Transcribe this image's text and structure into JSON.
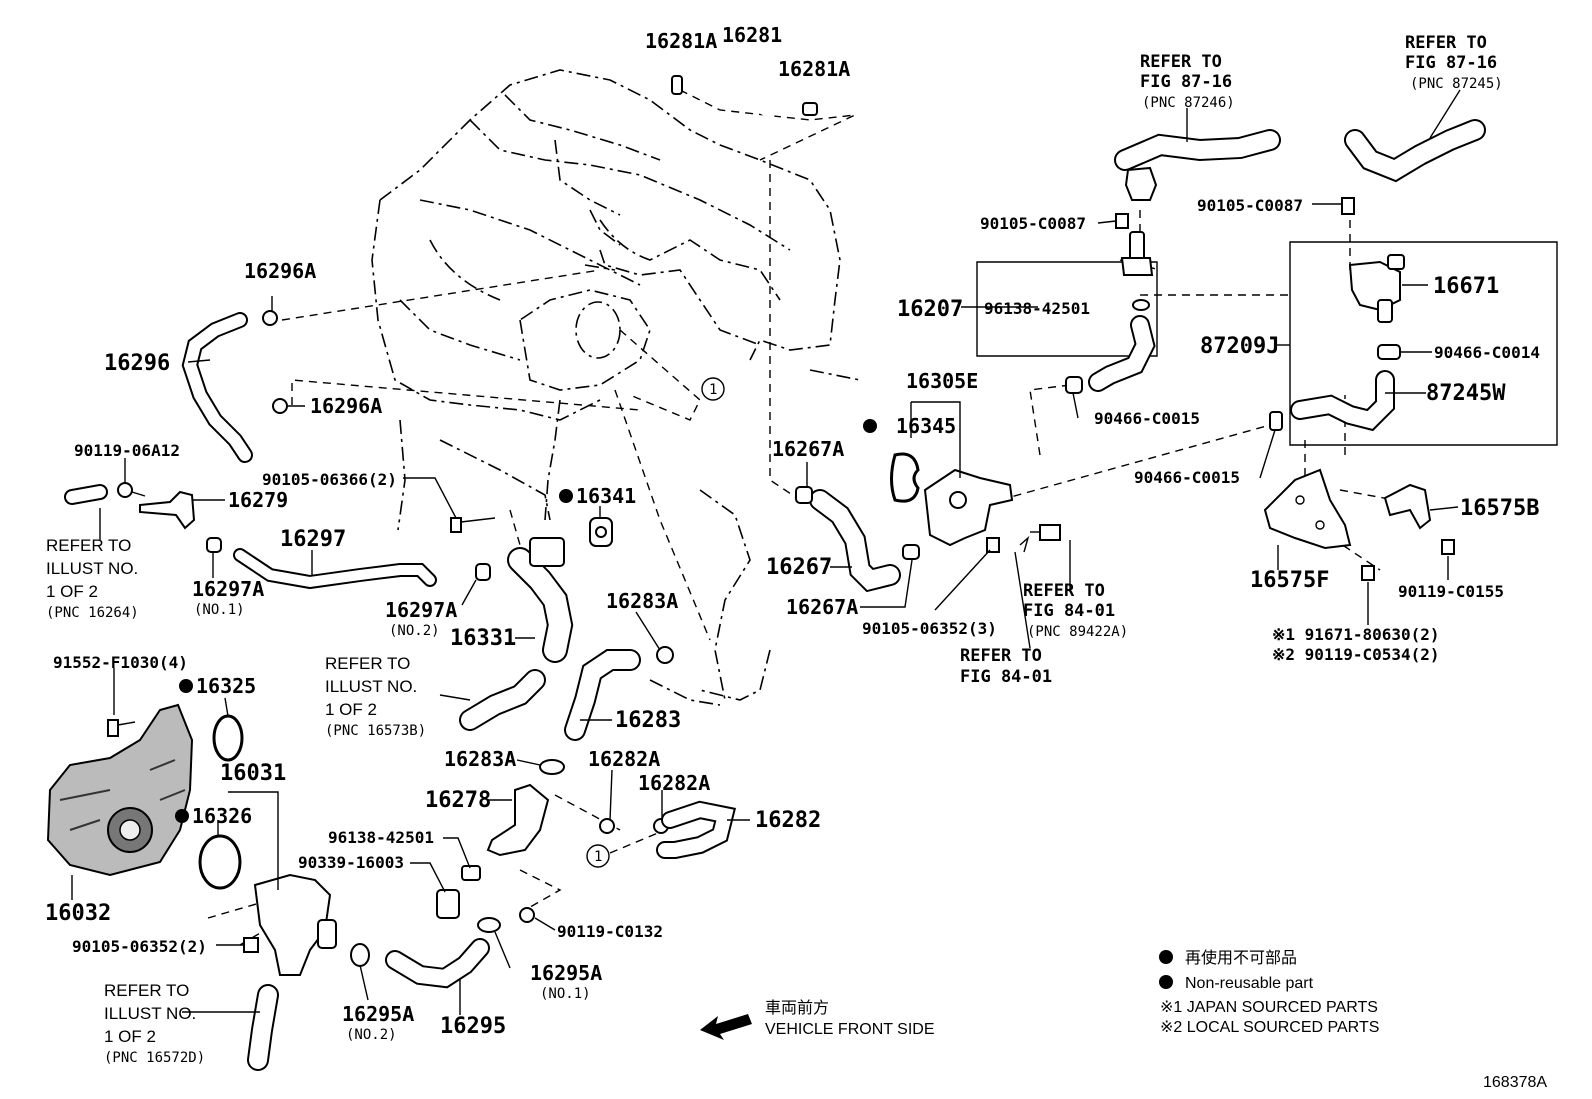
{
  "diagram_id": "168378A",
  "engine_markers": [
    "1",
    "1"
  ],
  "parts": {
    "p16281A_top": "16281A",
    "p16281": "16281",
    "p16281A_right": "16281A",
    "p16296A_top": "16296A",
    "p16296": "16296",
    "p16296A_bot": "16296A",
    "p90119_06A12": "90119-06A12",
    "p16279": "16279",
    "p90105_06366": "90105-06366(2)",
    "p16297": "16297",
    "p16297A_1": "16297A",
    "p16297A_1_note": "(NO.1)",
    "p16297A_2": "16297A",
    "p16297A_2_note": "(NO.2)",
    "p16341": "16341",
    "p16331": "16331",
    "p16283A_top": "16283A",
    "p16283": "16283",
    "p16283A_bot": "16283A",
    "p16282A_1": "16282A",
    "p16282A_2": "16282A",
    "p16282": "16282",
    "p16278": "16278",
    "p96138_42501_low": "96138-42501",
    "p90339_16003": "90339-16003",
    "p90119_C0132": "90119-C0132",
    "p16295A_1": "16295A",
    "p16295A_1_note": "(NO.1)",
    "p16295": "16295",
    "p16295A_2": "16295A",
    "p16295A_2_note": "(NO.2)",
    "p91552_F1030": "91552-F1030(4)",
    "p16325": "16325",
    "p16031": "16031",
    "p16326": "16326",
    "p16032": "16032",
    "p90105_06352_2": "90105-06352(2)",
    "p16267A_top": "16267A",
    "p16267": "16267",
    "p16267A_bot": "16267A",
    "p16345": "16345",
    "p16305E": "16305E",
    "p90105_06352_3": "90105-06352(3)",
    "p16207": "16207",
    "p96138_42501": "96138-42501",
    "p90105_C0087_l": "90105-C0087",
    "p90466_C0015_1": "90466-C0015",
    "p90466_C0015_2": "90466-C0015",
    "p90105_C0087_r": "90105-C0087",
    "p16671": "16671",
    "p87209J": "87209J",
    "p90466_C0014": "90466-C0014",
    "p87245W": "87245W",
    "p16575B": "16575B",
    "p16575F": "16575F",
    "p90119_C0155": "90119-C0155",
    "p91671_80630": "※1 91671-80630(2)",
    "p90119_C0534": "※2 90119-C0534(2)"
  },
  "refs": {
    "r_87_16_a": [
      "REFER TO",
      "FIG 87-16",
      "(PNC 87246)"
    ],
    "r_87_16_b": [
      "REFER TO",
      "FIG 87-16",
      "(PNC 87245)"
    ],
    "r_16264": [
      "REFER TO",
      "ILLUST NO.",
      "1 OF 2",
      "(PNC 16264)"
    ],
    "r_16573B": [
      "REFER TO",
      "ILLUST NO.",
      "1 OF 2",
      "(PNC 16573B)"
    ],
    "r_16572D": [
      "REFER TO",
      "ILLUST NO.",
      "1 OF 2",
      "(PNC 16572D)"
    ],
    "r_84_01_a": [
      "REFER TO",
      "FIG 84-01",
      "(PNC 89422A)"
    ],
    "r_84_01_b": [
      "REFER TO",
      "FIG 84-01"
    ]
  },
  "legend": {
    "jp_nonreusable": "再使用不可部品",
    "en_nonreusable": "Non-reusable part",
    "note1": "※1  JAPAN SOURCED PARTS",
    "note2": "※2  LOCAL SOURCED PARTS"
  },
  "front": {
    "jp": "車両前方",
    "en": "VEHICLE FRONT SIDE"
  }
}
